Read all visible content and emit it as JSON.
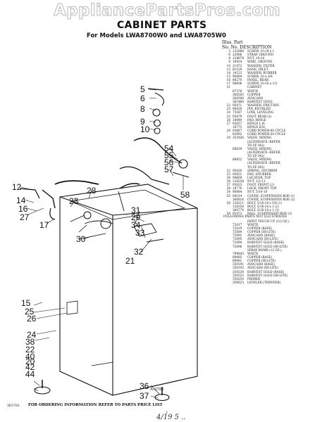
{
  "watermark": "AppliancePartsPros.com",
  "title": "CABINET PARTS",
  "subtitle": "For Models LWA8700W0 and LWA8705W0",
  "table_header": {
    "line1": "Illus.  Part",
    "line2": "No.      No.      DESCRIPTION"
  },
  "parts": [
    {
      "key": "5",
      "part": "132888",
      "desc": "SCREW, 10-24 x 1"
    },
    {
      "key": "6",
      "part": "22966",
      "desc": "STRAP, GROUND"
    },
    {
      "key": "8",
      "part": "128878",
      "desc": "NUT, 10-24"
    },
    {
      "key": "9",
      "part": "16924",
      "desc": "WIRE, GROUND"
    },
    {
      "key": "10",
      "part": "21972",
      "desc": "WASHER, FILTER"
    },
    {
      "key": "12",
      "part": "81529",
      "desc": "HOSE, INLET"
    },
    {
      "key": "14",
      "part": "14123",
      "desc": "WASHER, RUBBER"
    },
    {
      "key": "15",
      "part": "90864",
      "desc": "SCREW, 10 x 3/8"
    },
    {
      "key": "16",
      "part": "86270",
      "desc": "PANEL, REAR"
    },
    {
      "key": "17",
      "part": "98606",
      "desc": "SCREW, 10-16 x 1/2"
    },
    {
      "key": "21",
      "part": "",
      "desc": "CABINET"
    },
    {
      "key": "",
      "part": "87378",
      "desc": "WHITE"
    },
    {
      "key": "",
      "part": "360505",
      "desc": "COPPER"
    },
    {
      "key": "",
      "part": "360506",
      "desc": "AVOCADO"
    },
    {
      "key": "",
      "part": "361480",
      "desc": "HARVEST GOLD"
    },
    {
      "key": "22",
      "part": "95471",
      "desc": "WASHER, FRICTION"
    },
    {
      "key": "23",
      "part": "96929",
      "desc": "PIN, KNURLED"
    },
    {
      "key": "24",
      "part": "75587",
      "desc": "LINK, LEVELING"
    },
    {
      "key": "25",
      "part": "95879",
      "desc": "FOOT, REAR (2)"
    },
    {
      "key": "26",
      "part": "18849",
      "desc": "PAD, HINGE"
    },
    {
      "key": "27",
      "part": "92657",
      "desc": "HINGE L.H."
    },
    {
      "key": "",
      "part": "18775",
      "desc": "HINGE R.H."
    },
    {
      "key": "28",
      "part": "93867",
      "desc": "CORD POWER-60 CYCLE"
    },
    {
      "key": "",
      "part": "83992",
      "desc": "CORD POWER-50 CYCLE"
    },
    {
      "key": "29",
      "part": "353926",
      "desc": "VALVE, MIXING"
    },
    {
      "key": "",
      "part": "",
      "desc": "(ALTERNATE--REFER"
    },
    {
      "key": "",
      "part": "",
      "desc": "TO SF-342)"
    },
    {
      "key": "",
      "part": "88829",
      "desc": "VALVE, MIXING"
    },
    {
      "key": "",
      "part": "",
      "desc": "(ALTERNATE--REFER"
    },
    {
      "key": "",
      "part": "",
      "desc": "TO SF-342)"
    },
    {
      "key": "",
      "part": "88852",
      "desc": "VALVE, MIXING"
    },
    {
      "key": "",
      "part": "",
      "desc": "(ALTERNATE--REFER"
    },
    {
      "key": "",
      "part": "",
      "desc": "TO SF-342)"
    },
    {
      "key": "32",
      "part": "95430",
      "desc": "SPRING, SNUBBER"
    },
    {
      "key": "33",
      "part": "93651",
      "desc": "PAD, SNUBBER"
    },
    {
      "key": "34",
      "part": "94669",
      "desc": "LOCATOR, TOP"
    },
    {
      "key": "36",
      "part": "128238",
      "desc": "NUT, 1/2-11"
    },
    {
      "key": "37",
      "part": "93633",
      "desc": "FOOT, FRONT (2)"
    },
    {
      "key": "38",
      "part": "18776",
      "desc": "LOCK, FRONT TOP"
    },
    {
      "key": "54",
      "part": "90884",
      "desc": "NUT, 5/16-18"
    },
    {
      "key": "55",
      "part": "94514",
      "desc": "COVER, SUSPENSION ROD (1)"
    },
    {
      "key": "",
      "part": "360816",
      "desc": "COVER, SUSPENSION ROD (2)"
    },
    {
      "key": "56",
      "part": "128211",
      "desc": "BOLT, 5/16-18 x 5/8 (1)"
    },
    {
      "key": "",
      "part": "126358",
      "desc": "BOLT, 5/16-18 x 1 (2)"
    },
    {
      "key": "",
      "part": "360776",
      "desc": "BOLT, 5/16-18 x 1 (3)"
    },
    {
      "key": "58",
      "part": "91073",
      "desc": "BALL, SUSPENSION ROD (3)"
    }
  ],
  "not_illustrated_header": "FOLLOWING PARTS NOT ILLUSTRATED",
  "not_illustrated": [
    {
      "part": "",
      "desc": "PAINT TOUCH UP (1/2 OZ.)"
    },
    {
      "part": "72017",
      "desc": "WHITE"
    },
    {
      "part": "72019",
      "desc": "COPPER (BASE)"
    },
    {
      "part": "72084",
      "desc": "COPPER (HI-LITE)"
    },
    {
      "part": "72091",
      "desc": "AVOCADO (BASE)"
    },
    {
      "part": "72095",
      "desc": "AVOCADO (HI-LITE)"
    },
    {
      "part": "72094",
      "desc": "HARVEST GOLD (BASE)"
    },
    {
      "part": "72096",
      "desc": "HARVEST GOLD (HI-LITE)"
    },
    {
      "part": "",
      "desc": "SPRAY BOMB (12 OZ.)"
    },
    {
      "part": "799843",
      "desc": "WHITE"
    },
    {
      "part": "89485",
      "desc": "COPPER (BASE)"
    },
    {
      "part": "89081",
      "desc": "COPPER (HI-LITE)"
    },
    {
      "part": "350191",
      "desc": "AVOCADO (BASE)"
    },
    {
      "part": "350192",
      "desc": "AVOCADO (HI-LITE)"
    },
    {
      "part": "350534",
      "desc": "HARVEST GOLD (BASE)"
    },
    {
      "part": "350535",
      "desc": "HARVEST GOLD (HI-LITE)"
    },
    {
      "part": "350250",
      "desc": "PRIMER"
    },
    {
      "part": "356625",
      "desc": "LEVELER (THINNER)"
    }
  ],
  "figure_ref": "A-3781",
  "footer": "FOR ORDERING INFORMATION REFER TO PARTS PRICE LIST",
  "doc_code": "3E5783",
  "page_number": "2",
  "handwriting": "4/19  5  ..",
  "callouts": [
    "5",
    "6",
    "8",
    "9",
    "10",
    "54",
    "55",
    "56",
    "57",
    "58",
    "12",
    "14",
    "16",
    "27",
    "17",
    "23",
    "28",
    "31",
    "29",
    "34",
    "33",
    "32",
    "30",
    "21",
    "15",
    "25",
    "26",
    "24",
    "38",
    "22",
    "40",
    "20",
    "42",
    "44",
    "36",
    "37"
  ]
}
